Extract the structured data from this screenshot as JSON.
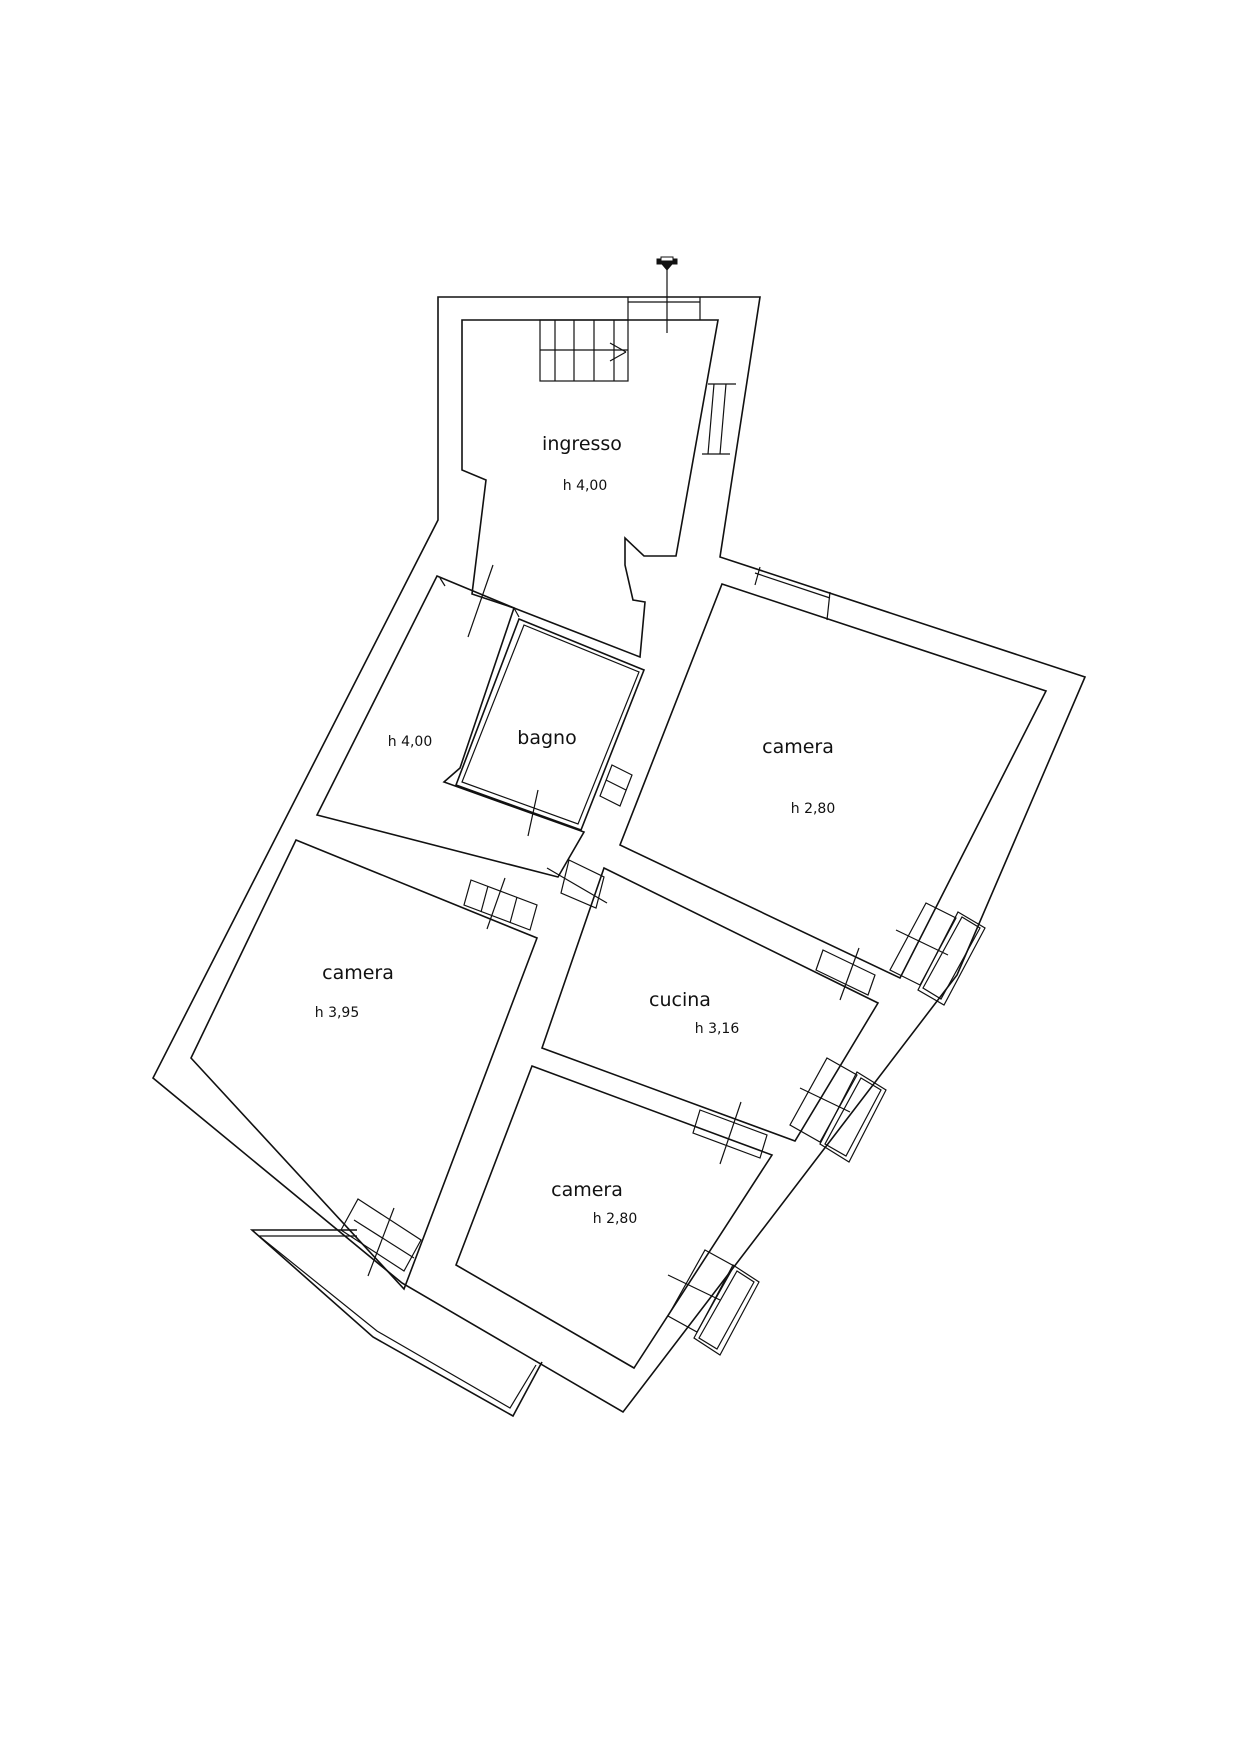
{
  "rooms": {
    "ingresso": {
      "name": "ingresso",
      "height": "h 4,00"
    },
    "corridor": {
      "height": "h 4,00"
    },
    "bagno": {
      "name": "bagno"
    },
    "camera_right": {
      "name": "camera",
      "height": "h 2,80"
    },
    "camera_left": {
      "name": "camera",
      "height": "h 3,95"
    },
    "cucina": {
      "name": "cucina",
      "height": "h 3,16"
    },
    "camera_bottom": {
      "name": "camera",
      "height": "h 2,80"
    }
  },
  "colors": {
    "line": "#111111",
    "background": "#ffffff"
  },
  "icons": {
    "entrance": "entrance-arrow-icon",
    "stairs": "staircase-icon"
  }
}
